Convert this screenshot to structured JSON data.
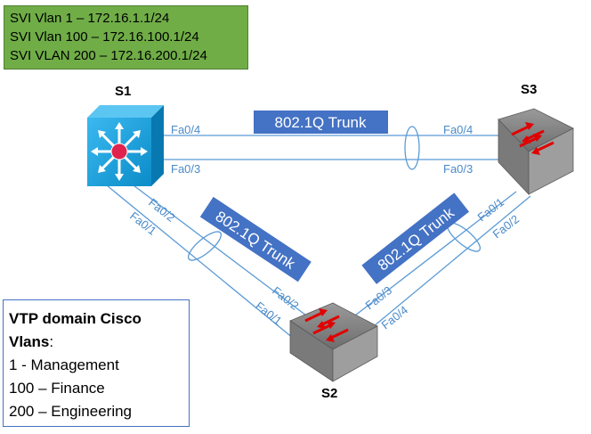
{
  "svi_box": {
    "lines": [
      "SVI Vlan 1 – 172.16.1.1/24",
      "SVI Vlan 100 – 172.16.100.1/24",
      "SVI VLAN 200 – 172.16.200.1/24"
    ]
  },
  "vtp_box": {
    "domain": "VTP domain Cisco",
    "vlans_label": "Vlans",
    "vlans_colon": ":",
    "vlans": [
      "1 - Management",
      "100 – Finance",
      "200 – Engineering"
    ]
  },
  "switches": {
    "s1": "S1",
    "s2": "S2",
    "s3": "S3"
  },
  "trunks": {
    "top": "802.1Q Trunk",
    "left": "802.1Q Trunk",
    "right": "802.1Q Trunk"
  },
  "ports": {
    "s1_fa04": "Fa0/4",
    "s1_fa03": "Fa0/3",
    "s1_fa02": "Fa0/2",
    "s1_fa01": "Fa0/1",
    "s3_fa04": "Fa0/4",
    "s3_fa03": "Fa0/3",
    "s3_fa01": "Fa0/1",
    "s3_fa02": "Fa0/2",
    "s2_fa02": "Fa0/2",
    "s2_fa01": "Fa0/1",
    "s2_fa03": "Fa0/3",
    "s2_fa04": "Fa0/4"
  },
  "colors": {
    "link": "#5B9BD5",
    "trunk_label_bg": "#4472C4",
    "svi_bg": "#70AD47",
    "l3_switch": "#1BA1E2",
    "l2_switch": "#8C8C8C",
    "arrow": "#E00000"
  }
}
